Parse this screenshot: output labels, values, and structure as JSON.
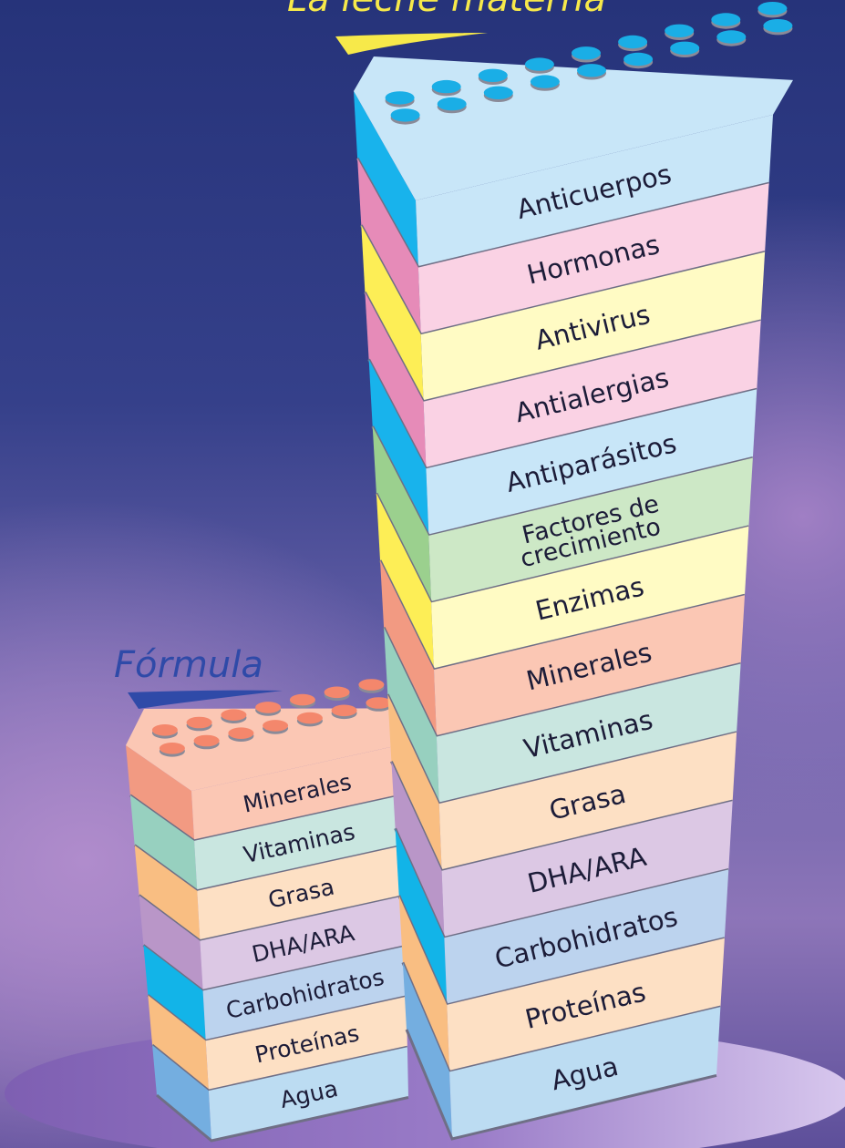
{
  "titles": {
    "breast_milk": "La leche materna",
    "formula": "Fórmula"
  },
  "colors": {
    "yellow_title": "#f7e94a",
    "blue_title": "#2f4aa8",
    "platform": "#8e6fbd"
  },
  "formula_tower": {
    "bricks": [
      {
        "label": "Minerales",
        "front": "#fbc7b4",
        "side": "#f29a82"
      },
      {
        "label": "Vitaminas",
        "front": "#c9e6e0",
        "side": "#97d0bf"
      },
      {
        "label": "Grasa",
        "front": "#fde0c4",
        "side": "#f9be82"
      },
      {
        "label": "DHA/ARA",
        "front": "#dcc8e4",
        "side": "#b996c8"
      },
      {
        "label": "Carbohidratos",
        "front": "#bcd3ee",
        "side": "#12b4e8"
      },
      {
        "label": "Proteínas",
        "front": "#fde0c4",
        "side": "#f9be82"
      },
      {
        "label": "Agua",
        "front": "#bcdcf2",
        "side": "#74aee0"
      }
    ]
  },
  "milk_tower": {
    "bricks": [
      {
        "label": "Anticuerpos",
        "lines": [
          "Anticuerpos"
        ],
        "front": "#c8e6f8",
        "side": "#18b3ec"
      },
      {
        "label": "Hormonas",
        "lines": [
          "Hormonas"
        ],
        "front": "#fad2e4",
        "side": "#e68bb8"
      },
      {
        "label": "Antivirus",
        "lines": [
          "Antivirus"
        ],
        "front": "#fffbc4",
        "side": "#fdee56"
      },
      {
        "label": "Antialergias",
        "lines": [
          "Antialergias"
        ],
        "front": "#fad2e4",
        "side": "#e68bb8"
      },
      {
        "label": "Antiparásitos",
        "lines": [
          "Antiparásitos"
        ],
        "front": "#c8e6f8",
        "side": "#18b3ec"
      },
      {
        "label": "Factores de crecimiento",
        "lines": [
          "Factores de",
          "crecimiento"
        ],
        "front": "#cde8c6",
        "side": "#9bd08e"
      },
      {
        "label": "Enzimas",
        "lines": [
          "Enzimas"
        ],
        "front": "#fffbc4",
        "side": "#fdee56"
      },
      {
        "label": "Minerales",
        "lines": [
          "Minerales"
        ],
        "front": "#fbc7b4",
        "side": "#f29a82"
      },
      {
        "label": "Vitaminas",
        "lines": [
          "Vitaminas"
        ],
        "front": "#c9e6e0",
        "side": "#97d0bf"
      },
      {
        "label": "Grasa",
        "lines": [
          "Grasa"
        ],
        "front": "#fde0c4",
        "side": "#f9be82"
      },
      {
        "label": "DHA/ARA",
        "lines": [
          "DHA/ARA"
        ],
        "front": "#dcc8e4",
        "side": "#b996c8"
      },
      {
        "label": "Carbohidratos",
        "lines": [
          "Carbohidratos"
        ],
        "front": "#bcd3ee",
        "side": "#12b4e8"
      },
      {
        "label": "Proteínas",
        "lines": [
          "Proteínas"
        ],
        "front": "#fde0c4",
        "side": "#f9be82"
      },
      {
        "label": "Agua",
        "lines": [
          "Agua"
        ],
        "front": "#bcdcf2",
        "side": "#74aee0"
      }
    ]
  }
}
